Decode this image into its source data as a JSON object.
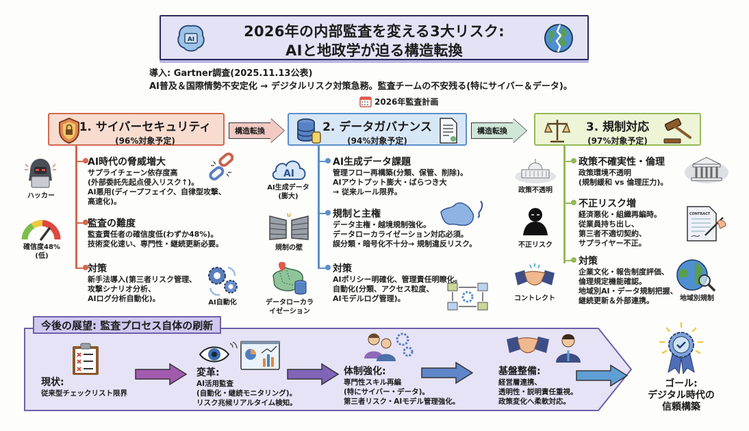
{
  "header": {
    "title_line1": "2026年の内部監査を変える3大リスク:",
    "title_line2": "AIと地政学が迫る構造転換",
    "intro_line1": "導入: Gartner調査(2025.11.13公表)",
    "intro_line2": "AI普及＆国際情勢不安定化 → デジタルリスク対策急務。監査チームの不安残る(特にサイバー＆データ)。",
    "plan_label": "2026年監査計画",
    "icons": [
      "ai-brain-icon",
      "cracked-globe-icon",
      "calendar-icon"
    ]
  },
  "connectors": [
    {
      "label": "構造転換",
      "color": "#f2c9c3"
    },
    {
      "label": "構造転換",
      "color": "#cfe6d8"
    }
  ],
  "categories": [
    {
      "name": "1. サイバーセキュリティ",
      "pct": "(96%対象予定)",
      "accent": "#d2694d",
      "illustrations": [
        {
          "icon": "hacker-icon",
          "label": "ハッカー"
        },
        {
          "icon": "gauge-icon",
          "label": "確信度48%",
          "label2": "(低)"
        },
        {
          "icon": "broken-chain-icon",
          "label": ""
        },
        {
          "icon": "gears-icon",
          "label": "AI自動化"
        }
      ],
      "items": [
        {
          "heading": "AI時代の脅威増大",
          "lines": [
            "サプライチェーン依存度高",
            "(外部委託先起点侵入リスク↑)。",
            "AI悪用(ディープフェイク、自律型攻撃、",
            "高速化)。"
          ]
        },
        {
          "heading": "監査の難度",
          "lines": [
            "監査責任者の確信度低(わずか48%)。",
            "技術変化速い、専門性・継続更新必要。"
          ]
        },
        {
          "heading": "対策",
          "lines": [
            "新手法導入(第三者リスク管理、",
            "攻撃シナリオ分析、",
            "AIログ分析自動化)。"
          ]
        }
      ]
    },
    {
      "name": "2. データガバナンス",
      "pct": "(94%対象予定)",
      "accent": "#5b8fcb",
      "illustrations": [
        {
          "icon": "ai-cloud-icon",
          "label": "AI生成データ",
          "label2": "(膨大)"
        },
        {
          "icon": "brick-wall-icon",
          "label": "規制の壁"
        },
        {
          "icon": "map-pin-database-icon",
          "label": "データローカラ",
          "label2": "イゼーション"
        },
        {
          "icon": "asia-map-icon",
          "label": ""
        },
        {
          "icon": "workflow-icon",
          "label": ""
        }
      ],
      "items": [
        {
          "heading": "AI生成データ課題",
          "lines": [
            "管理フロー再構築(分類、保管、削除)。",
            "AIアウトプット膨大・ばらつき大",
            "→ 従来ルール限界。"
          ]
        },
        {
          "heading": "規制と主権",
          "lines": [
            "データ主権・越境規制強化。",
            "データローカライゼーション対応必須。",
            "誤分類・暗号化不十分→ 規制違反リスク。"
          ]
        },
        {
          "heading": "対策",
          "lines": [
            "AIポリシー明確化、管理責任明瞭化。",
            "自動化(分類、アクセス粒度、",
            "AIモデルログ管理)。"
          ]
        }
      ]
    },
    {
      "name": "3. 規制対応",
      "pct": "(97%対象予定)",
      "accent": "#95b956",
      "illustrations": [
        {
          "icon": "capitol-icon",
          "label": "政策不透明"
        },
        {
          "icon": "hooded-figure-icon",
          "label": "不正リスク"
        },
        {
          "icon": "handshake-icon",
          "label": "コントレクト"
        },
        {
          "icon": "courthouse-icon",
          "label": ""
        },
        {
          "icon": "contract-icon",
          "label": ""
        },
        {
          "icon": "globe-magnifier-icon",
          "label": "地域別規制"
        }
      ],
      "items": [
        {
          "heading": "政策不確実性・倫理",
          "lines": [
            "政策環境不透明",
            "(規制緩和 vs 倫理圧力)。"
          ]
        },
        {
          "heading": "不正リスク増",
          "lines": [
            "経済悪化・組織再編時。",
            "従業員持ち出し、",
            "第三者不適切契約、",
            "サプライヤー不正。"
          ]
        },
        {
          "heading": "対策",
          "lines": [
            "企業文化・報告制度評価、",
            "倫理規定機能確認。",
            "地域別AI・データ規制把握、",
            "継続更新＆外部連携。"
          ]
        }
      ]
    }
  ],
  "outlook": {
    "label": "今後の展望: 監査プロセス自体の刷新",
    "stages": [
      {
        "heading": "現状:",
        "lines": [
          "従来型チェックリスト限界"
        ],
        "icon": "clipboard-icon"
      },
      {
        "heading": "変革:",
        "lines": [
          "AI活用監査",
          "(自動化・継続モニタリング)。",
          "リスク兆候リアルタイム検知。"
        ],
        "icon": "eye-dashboard-icon"
      },
      {
        "heading": "体制強化:",
        "lines": [
          "専門性スキル再編",
          "(特にサイバー・データ)。",
          "第三者リスク・AIモデル管理強化。"
        ],
        "icon": "team-gears-icon"
      },
      {
        "heading": "基盤整備:",
        "lines": [
          "経営層連携、",
          "透明性・説明責任重視。",
          "政策変化へ柔軟対応。"
        ],
        "icon": "handshake-executive-icon"
      }
    ],
    "goal": {
      "line1": "ゴール:",
      "line2": "デジタル時代の",
      "line3": "信頼構築",
      "icon": "award-badge-icon"
    }
  }
}
